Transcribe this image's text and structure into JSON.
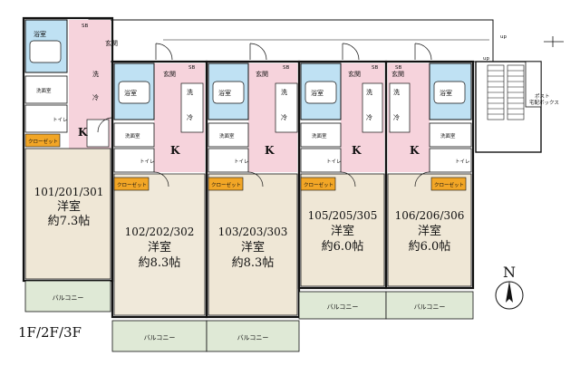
{
  "floor_label": "1F/2F/3F",
  "units": [
    {
      "id": "u101",
      "number": "101/201/301",
      "type": "洋室",
      "size": "約7.3帖"
    },
    {
      "id": "u102",
      "number": "102/202/302",
      "type": "洋室",
      "size": "約8.3帖"
    },
    {
      "id": "u103",
      "number": "103/203/303",
      "type": "洋室",
      "size": "約8.3帖"
    },
    {
      "id": "u105",
      "number": "105/205/305",
      "type": "洋室",
      "size": "約6.0帖"
    },
    {
      "id": "u106",
      "number": "106/206/306",
      "type": "洋室",
      "size": "約6.0帖"
    }
  ],
  "labels": {
    "bath": "浴室",
    "washroom": "洗面室",
    "toilet": "トイレ",
    "closet": "クローゼット",
    "entrance": "玄関",
    "kitchen": "K",
    "washer": "洗",
    "fridge": "冷",
    "balcony": "バルコニー",
    "sb": "SB",
    "up": "up",
    "mailbox": "ポスト\n宅配ボックス",
    "compass": "N"
  },
  "colors": {
    "wall": "#111111",
    "pink": "#f6d3dc",
    "blue": "#bfe1f3",
    "floor": "#efe7d6",
    "balcony": "#dfe9d6",
    "closet": "#f2a626"
  }
}
